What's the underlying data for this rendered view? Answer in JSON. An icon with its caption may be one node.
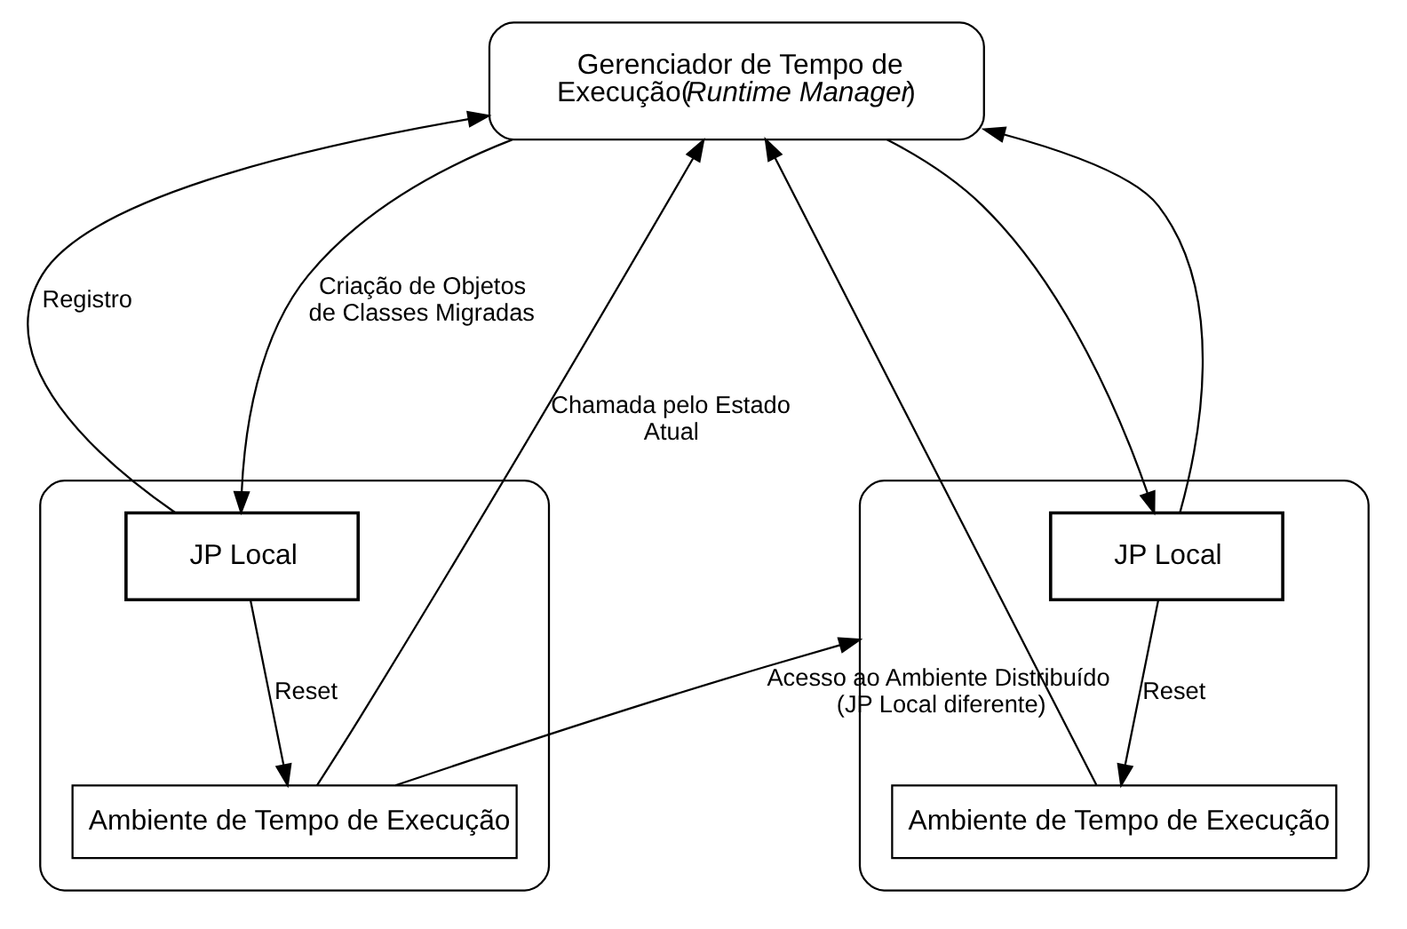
{
  "diagram": {
    "nodes": [
      {
        "text": [
          "Gerenciador de Tempo de Execução(*Runtime Manager*)"
        ]
      },
      {
        "text": [],
        "shape": "box"
      },
      {
        "text": [
          "JP Local"
        ],
        "in": 1
      },
      {
        "text": [
          "Ambiente de Tempo de Execução"
        ],
        "in": 1
      },
      {
        "text": [],
        "shape": "box"
      },
      {
        "text": [
          "JP Local"
        ],
        "in": 4
      },
      {
        "text": [
          "Ambiente de Tempo de Execução"
        ],
        "in": 4
      }
    ],
    "edges": [
      {
        "from": 2,
        "to": 0,
        "arrow": "to",
        "label": "Registro"
      },
      {
        "from": 0,
        "to": 2,
        "arrow": "to",
        "label": "Criação de Objetos de Classes Migradas"
      },
      {
        "from": 3,
        "to": 0,
        "arrow": "to",
        "label": "Chamada pelo Estado Atual"
      },
      {
        "from": 6,
        "to": 0,
        "arrow": "to"
      },
      {
        "from": 5,
        "to": 0,
        "arrow": "to"
      },
      {
        "from": 0,
        "to": 5,
        "arrow": "to"
      },
      {
        "from": 2,
        "to": 3,
        "arrow": "to",
        "label": "Reset"
      },
      {
        "from": 5,
        "to": 6,
        "arrow": "to",
        "label": "Reset"
      },
      {
        "from": 3,
        "to": 4,
        "arrow": "to",
        "label": "Acesso ao Ambiente Distribuído (JP Local diferente)"
      }
    ]
  }
}
